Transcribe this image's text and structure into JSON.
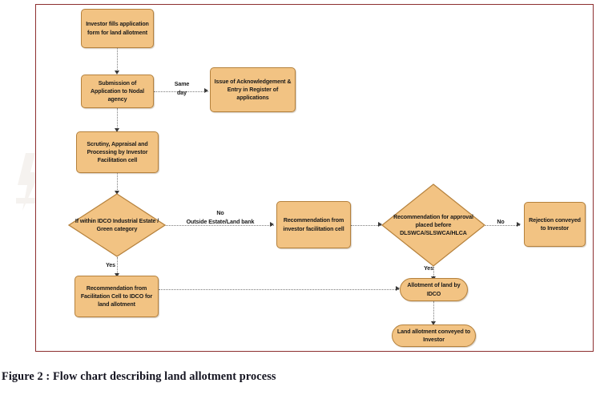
{
  "figure": {
    "caption": "Figure 2 : Flow chart describing land allotment process",
    "frame_border_color": "#8d2f30",
    "node_fill_color": "#f2c383",
    "node_border_color": "#b5813c",
    "connector_color": "#7a7a7a"
  },
  "nodes": [
    {
      "id": "investor-fills-application",
      "shape": "process",
      "label": "Investor fills application form for land allotment"
    },
    {
      "id": "submission-to-nodal-agency",
      "shape": "process",
      "label": "Submission of Application to Nodal agency"
    },
    {
      "id": "issue-of-acknowledgement",
      "shape": "process",
      "label": "Issue of Acknowledgement & Entry in Register of applications"
    },
    {
      "id": "scrutiny-appraisal-processing",
      "shape": "process",
      "label": "Scrutiny, Appraisal and Processing by Investor Facilitation cell"
    },
    {
      "id": "within-idco-estate-decision",
      "shape": "decision",
      "label": "If within IDCO Industrial Estate  /  Green category"
    },
    {
      "id": "recommendation-from-ifc",
      "shape": "process",
      "label": "Recommendation from investor facilitation cell"
    },
    {
      "id": "recommendation-for-approval-decision",
      "shape": "decision",
      "label": "Recommendation for approval placed before DLSWCA/SLSWCA/HLCA"
    },
    {
      "id": "rejection-conveyed",
      "shape": "process",
      "label": "Rejection conveyed to Investor"
    },
    {
      "id": "recommendation-to-idco",
      "shape": "process",
      "label": "Recommendation from Facilitation Cell to IDCO for land allotment"
    },
    {
      "id": "allotment-of-land",
      "shape": "stadium",
      "label": "Allotment of land by IDCO"
    },
    {
      "id": "land-allotment-conveyed",
      "shape": "stadium",
      "label": "Land allotment conveyed to Investor"
    }
  ],
  "edge_labels": {
    "same_day": "Same\nday",
    "same_day_line1": "Same",
    "same_day_line2": "day",
    "decision_no_line1": "No",
    "decision_no_line2": "Outside Estate/Land bank",
    "decision_yes": "Yes",
    "approval_no": "No",
    "approval_yes": "Yes"
  }
}
